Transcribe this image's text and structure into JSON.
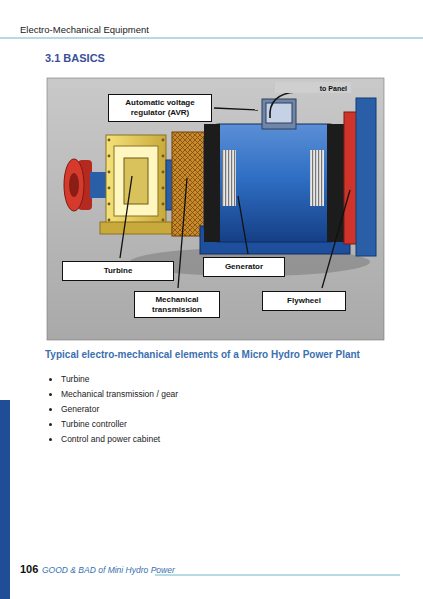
{
  "diagram": {
    "title": "3.1 BASICS",
    "caption": "Typical electro-mechanical elements of a Micro Hydro Power Plant",
    "nodes": [
      {
        "text": [
          "to Panel"
        ]
      },
      {
        "text": [
          "Automatic voltage regulator (AVR)"
        ]
      },
      {
        "text": [
          "Turbine"
        ]
      },
      {
        "text": [
          "Generator"
        ]
      },
      {
        "text": [
          "Mechanical transmission"
        ]
      },
      {
        "text": [
          "Flywheel"
        ]
      }
    ],
    "edges": [],
    "labels": [
      "Electro-Mechanical Equipment",
      "Turbine",
      "Mechanical transmission / gear",
      "Generator",
      "Turbine controller",
      "Control and power cabinet",
      "106",
      "GOOD & BAD of Mini Hydro Power"
    ]
  }
}
